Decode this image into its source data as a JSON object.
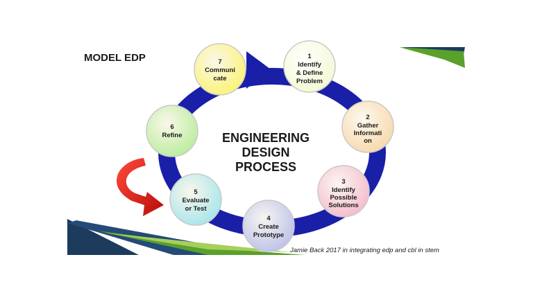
{
  "slide_title": "MODEL EDP",
  "center_title": [
    "ENGINEERING",
    "DESIGN",
    "PROCESS"
  ],
  "credit": "Jamie Back 2017 in integrating edp and cbl in stem",
  "colors": {
    "cycle_ring": "#1a1fa8",
    "loop_arrow": "#e11a14",
    "accent_green": "#5aa02c",
    "accent_navy": "#1d3b5c"
  },
  "steps": [
    {
      "number": "1",
      "lines": [
        "Identify",
        "& Define",
        "Problem"
      ],
      "tint": "#f3f8d0"
    },
    {
      "number": "2",
      "lines": [
        "Gather",
        "Informati",
        "on"
      ],
      "tint": "#f7d6a6"
    },
    {
      "number": "3",
      "lines": [
        "Identify",
        "Possible",
        "Solutions"
      ],
      "tint": "#f2b8c9"
    },
    {
      "number": "4",
      "lines": [
        "Create",
        "Prototype"
      ],
      "tint": "#b8bde8"
    },
    {
      "number": "5",
      "lines": [
        "Evaluate",
        "or Test"
      ],
      "tint": "#9fe3ec"
    },
    {
      "number": "6",
      "lines": [
        "Refine"
      ],
      "tint": "#b3ec96"
    },
    {
      "number": "7",
      "lines": [
        "Communi",
        "cate"
      ],
      "tint": "#fbf36a"
    }
  ]
}
